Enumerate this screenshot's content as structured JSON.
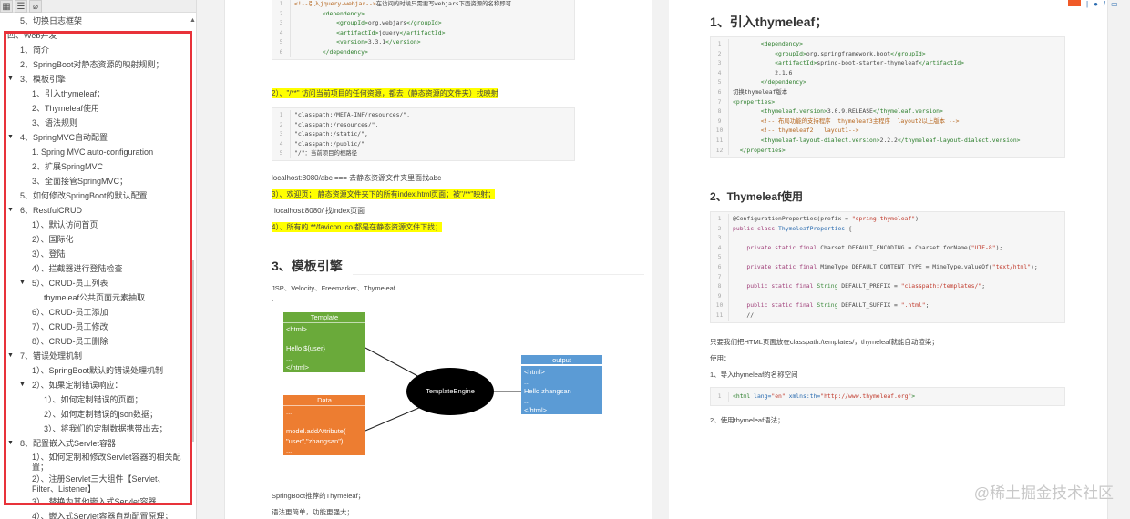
{
  "sidebar": {
    "toolbar_icons": [
      "grid-icon",
      "list-icon",
      "attachment-icon"
    ],
    "items": [
      {
        "label": "5、切换日志框架",
        "level": 1,
        "arrow": false
      },
      {
        "label": "四、Web开发",
        "level": 0,
        "arrow": false
      },
      {
        "label": "1、简介",
        "level": 1,
        "arrow": false
      },
      {
        "label": "2、SpringBoot对静态资源的映射规则；",
        "level": 1,
        "arrow": false
      },
      {
        "label": "3、模板引擎",
        "level": 1,
        "arrow": true
      },
      {
        "label": "1、引入thymeleaf；",
        "level": 2,
        "arrow": false
      },
      {
        "label": "2、Thymeleaf使用",
        "level": 2,
        "arrow": false
      },
      {
        "label": "3、语法规则",
        "level": 2,
        "arrow": false
      },
      {
        "label": "4、SpringMVC自动配置",
        "level": 1,
        "arrow": true
      },
      {
        "label": "1. Spring MVC auto-configuration",
        "level": 2,
        "arrow": false
      },
      {
        "label": "2、扩展SpringMVC",
        "level": 2,
        "arrow": false
      },
      {
        "label": "3、全面接管SpringMVC；",
        "level": 2,
        "arrow": false
      },
      {
        "label": "5、如何修改SpringBoot的默认配置",
        "level": 1,
        "arrow": false
      },
      {
        "label": "6、RestfulCRUD",
        "level": 1,
        "arrow": true
      },
      {
        "label": "1）、默认访问首页",
        "level": 2,
        "arrow": false
      },
      {
        "label": "2）、国际化",
        "level": 2,
        "arrow": false
      },
      {
        "label": "3）、登陆",
        "level": 2,
        "arrow": false
      },
      {
        "label": "4）、拦截器进行登陆检查",
        "level": 2,
        "arrow": false
      },
      {
        "label": "5）、CRUD-员工列表",
        "level": 2,
        "arrow": true
      },
      {
        "label": "thymeleaf公共页面元素抽取",
        "level": 3,
        "arrow": false
      },
      {
        "label": "6）、CRUD-员工添加",
        "level": 2,
        "arrow": false
      },
      {
        "label": "7）、CRUD-员工修改",
        "level": 2,
        "arrow": false
      },
      {
        "label": "8）、CRUD-员工删除",
        "level": 2,
        "arrow": false
      },
      {
        "label": "7、错误处理机制",
        "level": 1,
        "arrow": true
      },
      {
        "label": "1）、SpringBoot默认的错误处理机制",
        "level": 2,
        "arrow": false
      },
      {
        "label": "2）、如果定制错误响应：",
        "level": 2,
        "arrow": true
      },
      {
        "label": "1）、如何定制错误的页面；",
        "level": 3,
        "arrow": false
      },
      {
        "label": "2）、如何定制错误的json数据；",
        "level": 3,
        "arrow": false
      },
      {
        "label": "3）、将我们的定制数据携带出去；",
        "level": 3,
        "arrow": false
      },
      {
        "label": "8、配置嵌入式Servlet容器",
        "level": 1,
        "arrow": true
      },
      {
        "label": "1）、如何定制和修改Servlet容器的相关配置；",
        "level": 2,
        "arrow": false,
        "wrap": true
      },
      {
        "label": "2）、注册Servlet三大组件【Servlet、Filter、Listener】",
        "level": 2,
        "arrow": false,
        "wrap": true
      },
      {
        "label": "3）、替换为其他嵌入式Servlet容器",
        "level": 2,
        "arrow": false
      },
      {
        "label": "4）、嵌入式Servlet容器自动配置原理；",
        "level": 2,
        "arrow": false
      }
    ]
  },
  "left_page": {
    "code1": [
      [
        [
          "<!--引入jquery-webjar-->",
          "t-cm"
        ],
        [
          "在访问的时候只需要写webjars下面资源的名称即可",
          "t-txt"
        ]
      ],
      [
        [
          "        <dependency>",
          "t-tag"
        ]
      ],
      [
        [
          "            <groupId>",
          "t-tag"
        ],
        [
          "org.webjars",
          "t-txt"
        ],
        [
          "</groupId>",
          "t-tag"
        ]
      ],
      [
        [
          "            <artifactId>",
          "t-tag"
        ],
        [
          "jquery",
          "t-txt"
        ],
        [
          "</artifactId>",
          "t-tag"
        ]
      ],
      [
        [
          "            <version>",
          "t-tag"
        ],
        [
          "3.3.1",
          "t-txt"
        ],
        [
          "</version>",
          "t-tag"
        ]
      ],
      [
        [
          "        </dependency>",
          "t-tag"
        ]
      ]
    ],
    "p_2": "2）、\"/**\" 访问当前项目的任何资源，都去（静态资源的文件夹）找映射",
    "code2": [
      [
        [
          "\"classpath:/META-INF/resources/\",",
          "t-txt"
        ]
      ],
      [
        [
          "\"classpath:/resources/\",",
          "t-txt"
        ]
      ],
      [
        [
          "\"classpath:/static/\",",
          "t-txt"
        ]
      ],
      [
        [
          "\"classpath:/public/\"",
          "t-txt"
        ]
      ],
      [
        [
          "\"/\"：当前项目的根路径",
          "t-txt"
        ]
      ]
    ],
    "p_abc": "localhost:8080/abc ===  去静态资源文件夹里面找abc",
    "p_3": "3）、欢迎页； 静态资源文件夹下的所有index.html页面；被\"/**\"映射；",
    "p_index": "localhost:8080/  找index页面",
    "p_4": "4）、所有的 **/favicon.ico 都是在静态资源文件下找；",
    "h3": "3、模板引擎",
    "engines": "JSP、Velocity、Freemarker、Thymeleaf",
    "dot": ".",
    "diagram": {
      "template": {
        "title": "Template",
        "lines": [
          "<html>",
          "...",
          "Hello ${user}",
          "...",
          "</html>"
        ],
        "color": "#6aaa3a"
      },
      "data": {
        "title": "Data",
        "lines": [
          "...",
          "",
          "model.addAttribute(",
          "\"user\",\"zhangsan\")",
          "..."
        ],
        "color": "#ed7d31"
      },
      "engine": "TemplateEngine",
      "output": {
        "title": "output",
        "lines": [
          "<html>",
          "...",
          "Hello zhangsan",
          "...",
          "</html>"
        ],
        "color": "#5b9bd5"
      }
    },
    "p_rec": "SpringBoot推荐的Thymeleaf；",
    "p_simple": "语法更简单，功能更强大；"
  },
  "right_page": {
    "h1": "1、引入thymeleaf；",
    "code1": [
      [
        [
          "        <dependency>",
          "t-tag"
        ]
      ],
      [
        [
          "            <groupId>",
          "t-tag"
        ],
        [
          "org.springframework.boot",
          "t-txt"
        ],
        [
          "</groupId>",
          "t-tag"
        ]
      ],
      [
        [
          "            <artifactId>",
          "t-tag"
        ],
        [
          "spring-boot-starter-thymeleaf",
          "t-txt"
        ],
        [
          "</artifactId>",
          "t-tag"
        ]
      ],
      [
        [
          "            2.1.6",
          "t-txt"
        ]
      ],
      [
        [
          "        </dependency>",
          "t-tag"
        ]
      ],
      [
        [
          "切换thymeleaf版本",
          "t-txt"
        ]
      ],
      [
        [
          "<properties>",
          "t-tag"
        ]
      ],
      [
        [
          "        <thymeleaf.version>",
          "t-tag"
        ],
        [
          "3.0.9.RELEASE",
          "t-txt"
        ],
        [
          "</thymeleaf.version>",
          "t-tag"
        ]
      ],
      [
        [
          "        <!-- 布局功能的支持程序  thymeleaf3主程序  layout2以上版本 -->",
          "t-cm"
        ]
      ],
      [
        [
          "        <!-- thymeleaf2   layout1-->",
          "t-cm"
        ]
      ],
      [
        [
          "        <thymeleaf-layout-dialect.version>",
          "t-tag"
        ],
        [
          "2.2.2",
          "t-txt"
        ],
        [
          "</thymeleaf-layout-dialect.version>",
          "t-tag"
        ]
      ],
      [
        [
          "  </properties>",
          "t-tag"
        ]
      ]
    ],
    "h2": "2、Thymeleaf使用",
    "code2": [
      [
        [
          "@ConfigurationProperties(",
          "t-txt"
        ],
        [
          "prefix = ",
          "t-txt"
        ],
        [
          "\"spring.thymeleaf\"",
          "t-str"
        ],
        [
          ")",
          "t-txt"
        ]
      ],
      [
        [
          "public class ",
          "t-kw"
        ],
        [
          "ThymeleafProperties",
          "t-cls"
        ],
        [
          " {",
          "t-txt"
        ]
      ],
      [
        [
          "",
          "t-txt"
        ]
      ],
      [
        [
          "    private static final ",
          "t-kw"
        ],
        [
          "Charset DEFAULT_ENCODING = Charset.forName(",
          "t-txt"
        ],
        [
          "\"UTF-8\"",
          "t-str"
        ],
        [
          ");",
          "t-txt"
        ]
      ],
      [
        [
          "",
          "t-txt"
        ]
      ],
      [
        [
          "    private static final ",
          "t-kw"
        ],
        [
          "MimeType DEFAULT_CONTENT_TYPE = MimeType.valueOf(",
          "t-txt"
        ],
        [
          "\"text/html\"",
          "t-str"
        ],
        [
          ");",
          "t-txt"
        ]
      ],
      [
        [
          "",
          "t-txt"
        ]
      ],
      [
        [
          "    public static final ",
          "t-kw"
        ],
        [
          "String",
          "t-grn"
        ],
        [
          " DEFAULT_PREFIX = ",
          "t-txt"
        ],
        [
          "\"classpath:/templates/\"",
          "t-str"
        ],
        [
          ";",
          "t-txt"
        ]
      ],
      [
        [
          "",
          "t-txt"
        ]
      ],
      [
        [
          "    public static final ",
          "t-kw"
        ],
        [
          "String",
          "t-grn"
        ],
        [
          " DEFAULT_SUFFIX = ",
          "t-txt"
        ],
        [
          "\".html\"",
          "t-str"
        ],
        [
          ";",
          "t-txt"
        ]
      ],
      [
        [
          "    //",
          "t-txt"
        ]
      ]
    ],
    "p_only": "只要我们把HTML页面放在classpath:/templates/，thymeleaf就能自动渲染；",
    "p_use": "使用：",
    "p_import": "1、导入thymeleaf的名称空间",
    "code3": [
      [
        [
          "<html ",
          "t-tag"
        ],
        [
          "lang=",
          "t-cls"
        ],
        [
          "\"en\" ",
          "t-str"
        ],
        [
          "xmlns:th=",
          "t-cls"
        ],
        [
          "\"http://www.thymeleaf.org\"",
          "t-str"
        ],
        [
          ">",
          "t-tag"
        ]
      ]
    ],
    "p_syntax": "2、使用thymeleaf语法；"
  },
  "watermark": "@稀土掘金技术社区",
  "colors": {
    "highlight": "#ffff00",
    "red_box": "#e8323a"
  }
}
